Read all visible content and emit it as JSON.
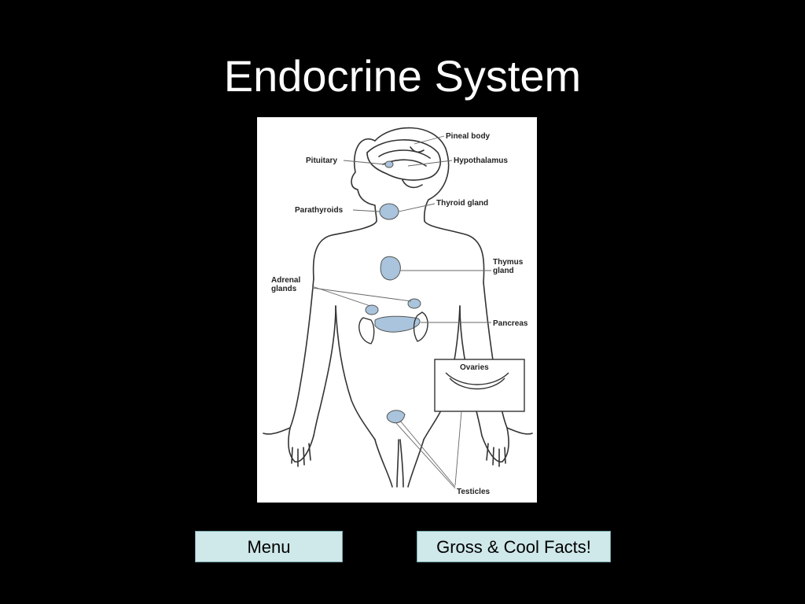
{
  "slide": {
    "title": "Endocrine System"
  },
  "diagram": {
    "labels": {
      "pineal_body": "Pineal body",
      "pituitary": "Pituitary",
      "hypothalamus": "Hypothalamus",
      "parathyroids": "Parathyroids",
      "thyroid_gland": "Thyroid gland",
      "thymus_line1": "Thymus",
      "thymus_line2": "gland",
      "adrenal_line1": "Adrenal",
      "adrenal_line2": "glands",
      "pancreas": "Pancreas",
      "ovaries": "Ovaries",
      "testicles": "Testicles"
    },
    "colors": {
      "gland_fill": "#a9c4dc",
      "outline": "#333333"
    }
  },
  "buttons": {
    "menu": "Menu",
    "facts": "Gross & Cool Facts!"
  },
  "colors": {
    "background": "#000000",
    "title": "#ffffff",
    "button_fill": "#cfe8ea"
  }
}
